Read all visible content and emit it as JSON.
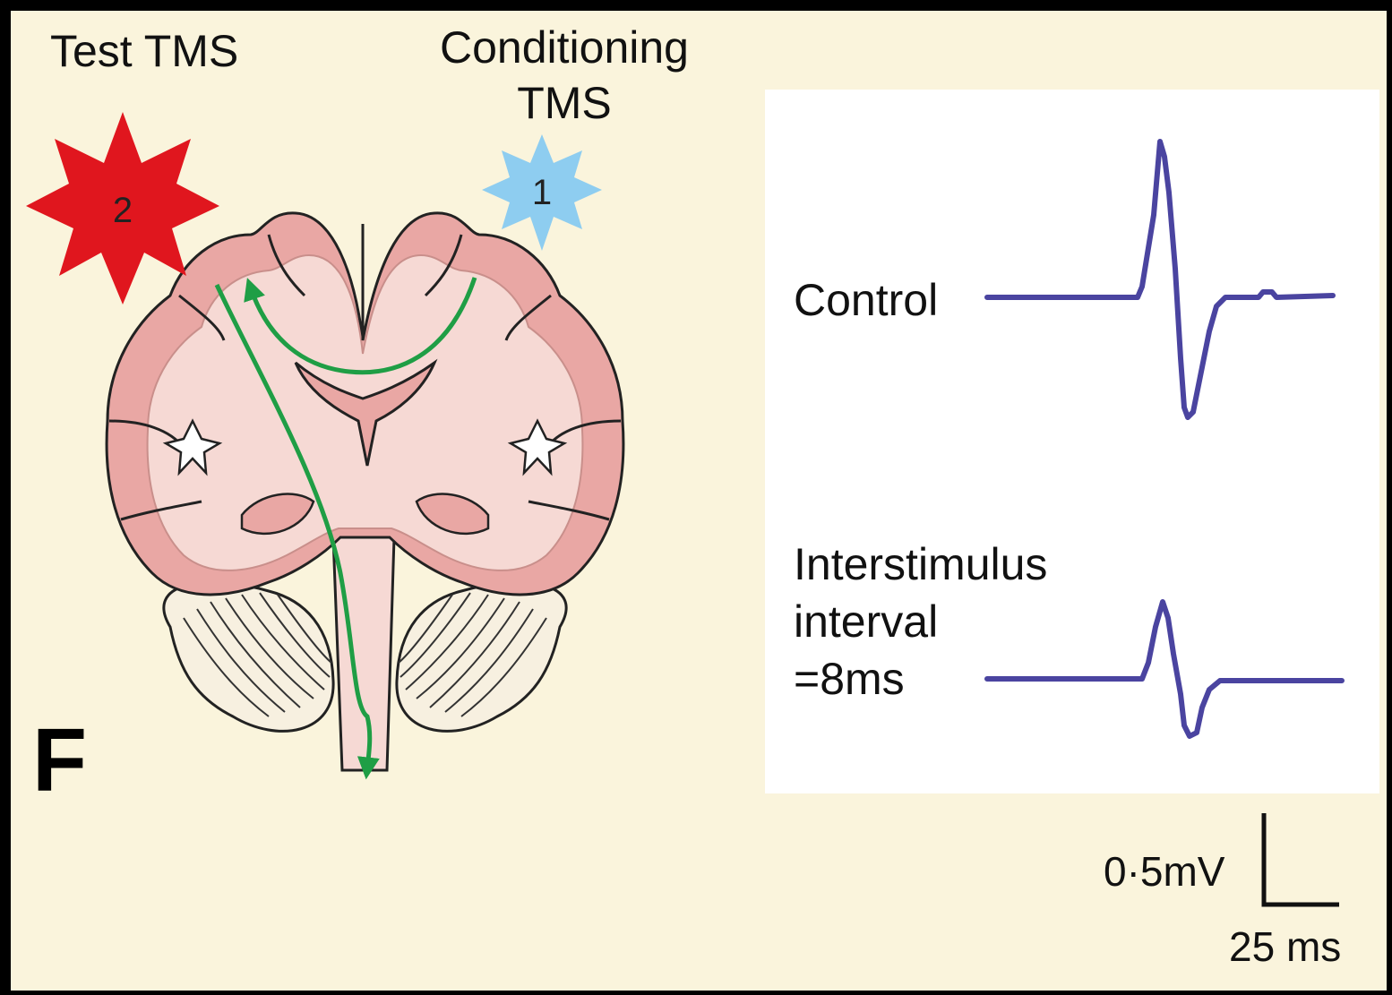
{
  "figure": {
    "panel_letter": "F",
    "stimuli": {
      "test_label": "Test TMS",
      "test_number": "2",
      "conditioning_label_line1": "Conditioning",
      "conditioning_label_line2": "TMS",
      "conditioning_number": "1"
    },
    "traces": {
      "control_label": "Control",
      "isi_line1": "Interstimulus",
      "isi_line2": "interval",
      "isi_line3": "=8ms"
    },
    "scale_bar": {
      "voltage": "0·5mV",
      "time": "25 ms"
    }
  },
  "colors": {
    "background": "#faf4dc",
    "frame": "#000000",
    "trace_panel": "#ffffff",
    "trace": "#4a44a0",
    "test_burst": "#e0161e",
    "conditioning_burst": "#8ecdf0",
    "cortex_outer": "#e9a7a4",
    "white_matter": "#f6d9d4",
    "pathway_arrow": "#1f9e45"
  },
  "icons": [
    "brain-coronal-section-icon",
    "cerebellum-icon",
    "brainstem-icon",
    "pathway-arrow-icon",
    "burst-icon"
  ]
}
